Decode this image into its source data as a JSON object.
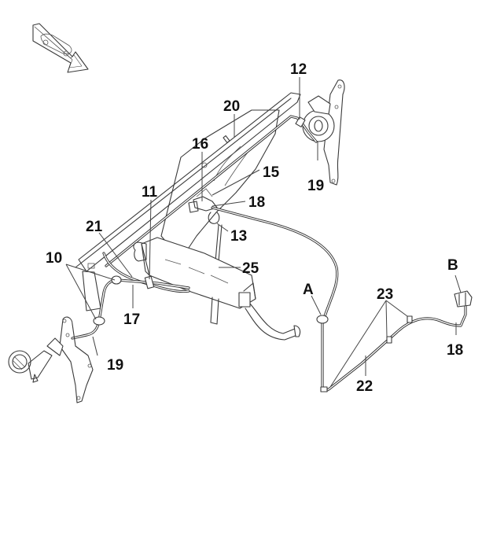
{
  "diagram": {
    "type": "parts-exploded-view",
    "orientation_icon": "vehicle-direction-arrow-icon",
    "callouts": [
      {
        "id": "c12",
        "label": "12"
      },
      {
        "id": "c20",
        "label": "20"
      },
      {
        "id": "c16",
        "label": "16"
      },
      {
        "id": "c15",
        "label": "15"
      },
      {
        "id": "c19a",
        "label": "19"
      },
      {
        "id": "c11",
        "label": "11"
      },
      {
        "id": "c18a",
        "label": "18"
      },
      {
        "id": "c21",
        "label": "21"
      },
      {
        "id": "c13",
        "label": "13"
      },
      {
        "id": "c10",
        "label": "10"
      },
      {
        "id": "c25",
        "label": "25"
      },
      {
        "id": "c17",
        "label": "17"
      },
      {
        "id": "c19b",
        "label": "19"
      },
      {
        "id": "cA",
        "label": "A"
      },
      {
        "id": "cB",
        "label": "B"
      },
      {
        "id": "c23",
        "label": "23"
      },
      {
        "id": "c18b",
        "label": "18"
      },
      {
        "id": "c22",
        "label": "22"
      }
    ]
  }
}
